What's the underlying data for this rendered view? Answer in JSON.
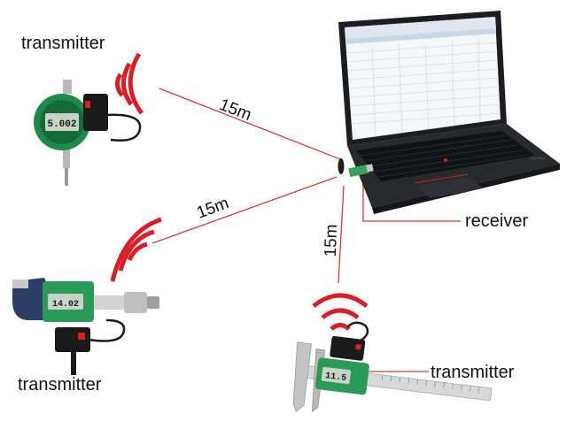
{
  "labels": {
    "transmitter_indicator": "transmitter",
    "transmitter_micrometer": "transmitter",
    "transmitter_caliper": "transmitter",
    "receiver": "receiver"
  },
  "distances": {
    "indicator_to_receiver": "15m",
    "micrometer_to_receiver": "15m",
    "caliper_to_receiver": "15m"
  },
  "device_readouts": {
    "indicator": "5.002",
    "micrometer": "14.02",
    "caliper": "11.5"
  },
  "colors": {
    "signal": "#d91f26",
    "link_line": "#d23a3a",
    "device_green": "#1d8a4a",
    "laptop_body": "#222428"
  }
}
